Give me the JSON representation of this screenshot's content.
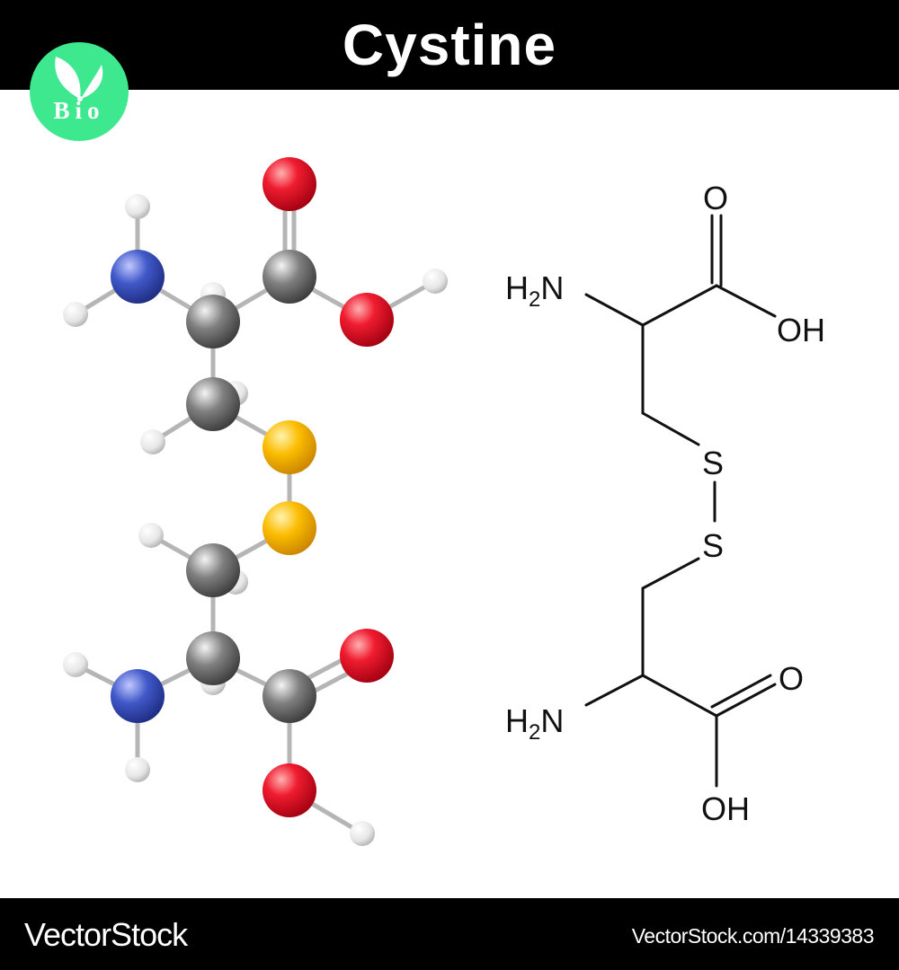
{
  "header": {
    "title": "Cystine"
  },
  "logo": {
    "text": "Bio",
    "color": "#3de88f"
  },
  "structural_formula": {
    "top_carbonyl_o": "O",
    "top_hydroxyl": "OH",
    "top_amine": {
      "prefix": "H",
      "sub": "2",
      "suffix": "N"
    },
    "sulfur_1": "S",
    "sulfur_2": "S",
    "bottom_amine": {
      "prefix": "H",
      "sub": "2",
      "suffix": "N"
    },
    "bottom_carbonyl_o": "O",
    "bottom_hydroxyl": "OH"
  },
  "atom_colors": {
    "carbon": "#707070",
    "oxygen": "#e8102a",
    "nitrogen": "#3a52c0",
    "sulfur": "#f5b800",
    "hydrogen": "#eeeeee"
  },
  "footer": {
    "brand": "VectorStock",
    "url": "VectorStock.com/14339383"
  }
}
